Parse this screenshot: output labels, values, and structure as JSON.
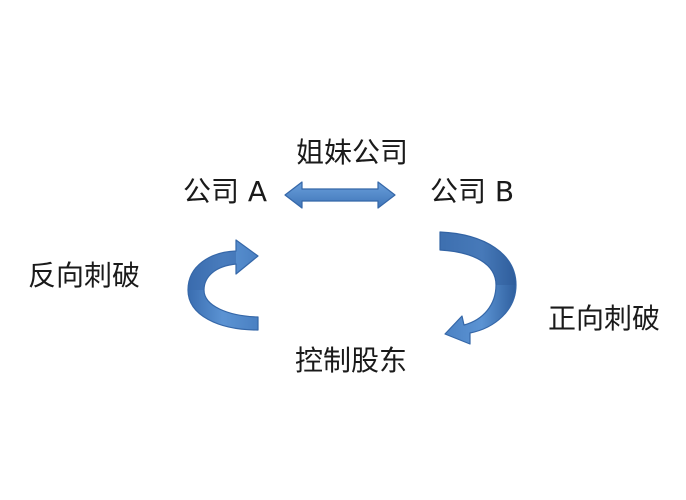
{
  "diagram": {
    "sister_company": "姐妹公司",
    "company_a": "公司 A",
    "company_b": "公司 B",
    "reverse_piercing": "反向刺破",
    "forward_piercing": "正向刺破",
    "controlling_shareholder": "控制股东"
  },
  "colors": {
    "arrow_fill": "#4f86c6",
    "arrow_stroke": "#3567a8",
    "arrow_dark": "#2e5c98"
  }
}
